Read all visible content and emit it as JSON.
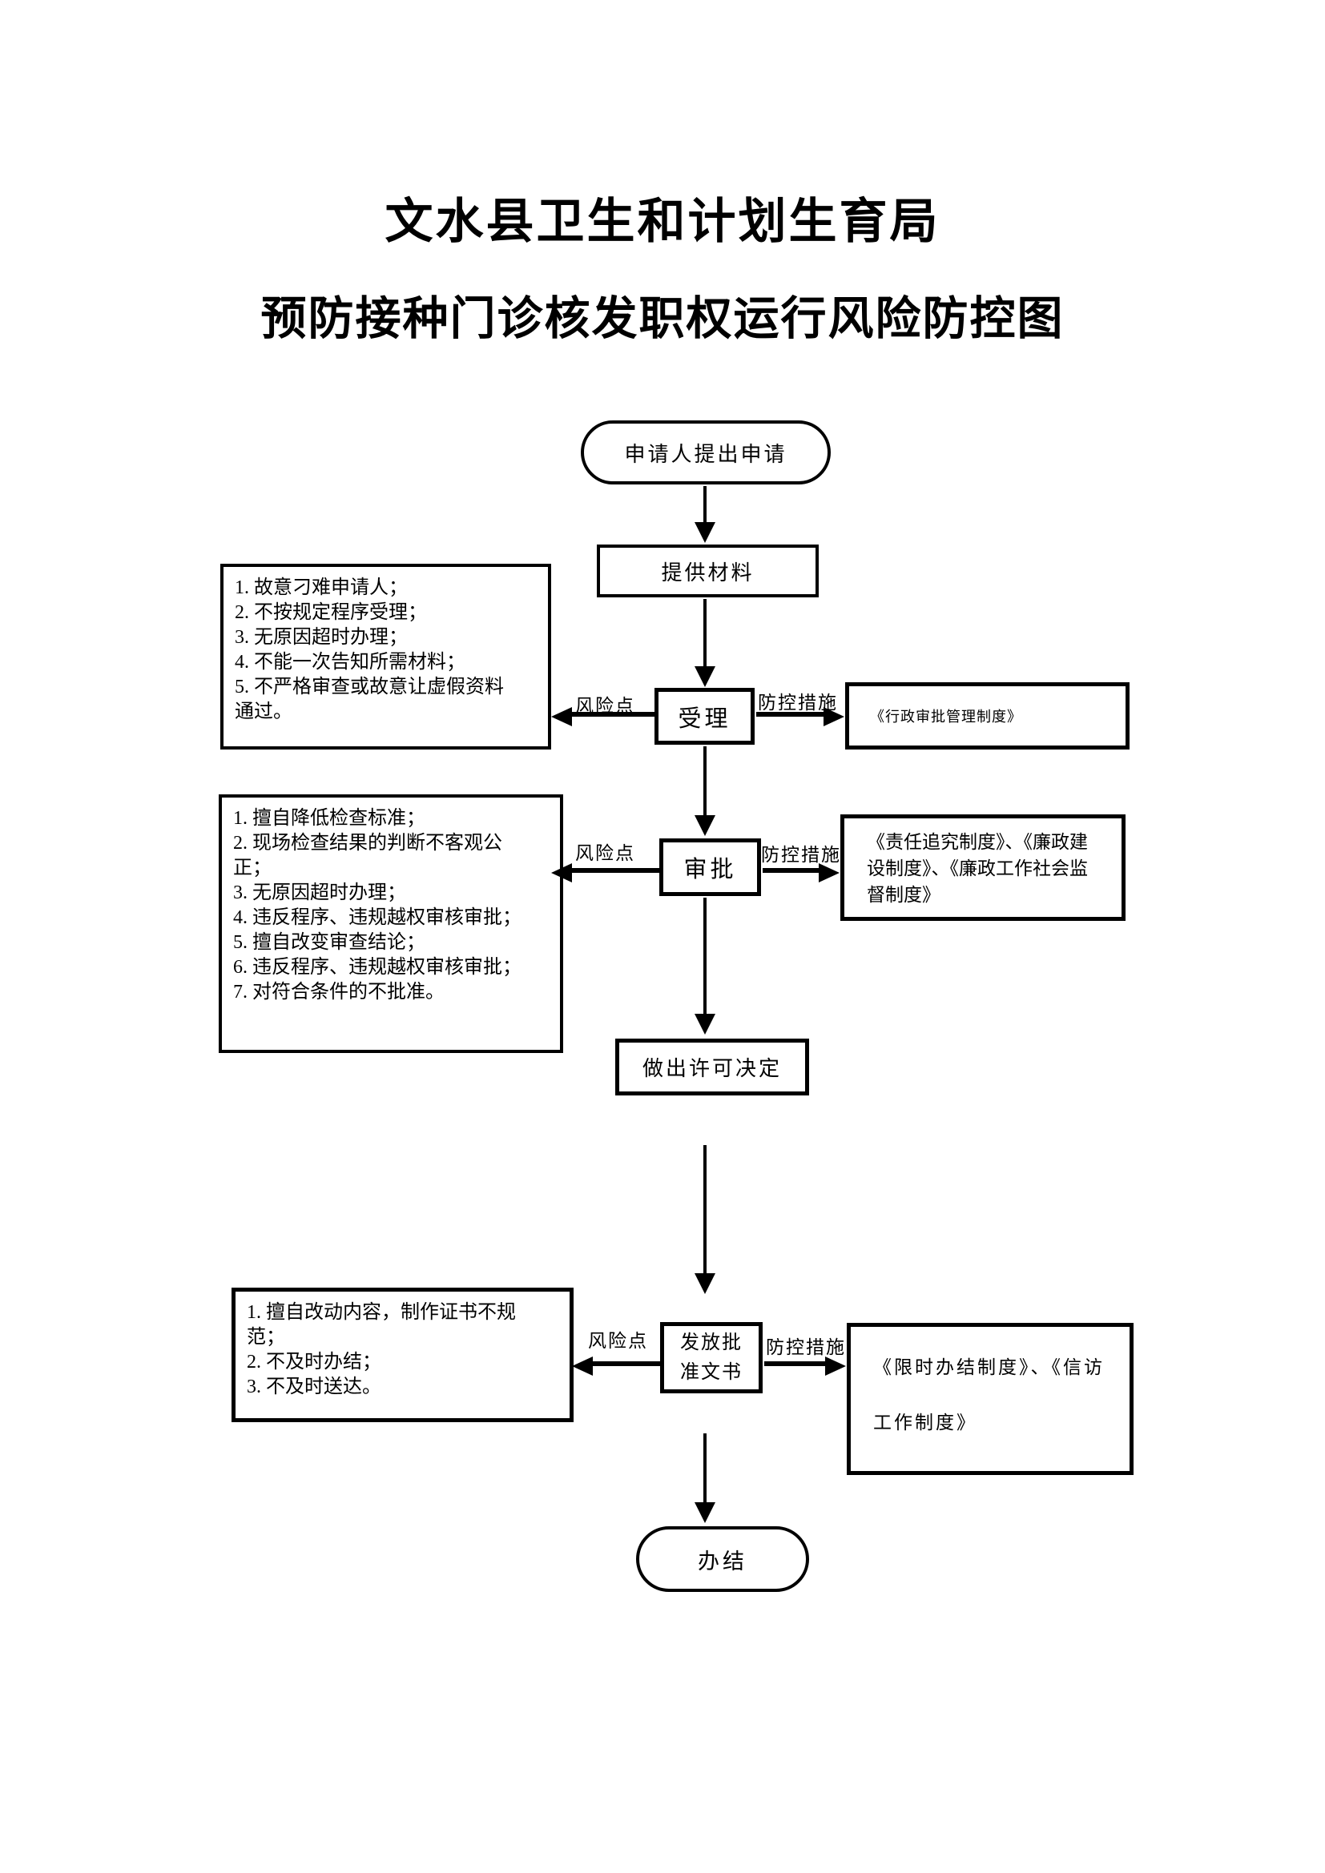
{
  "title": {
    "line1": "文水县卫生和计划生育局",
    "line2": "预防接种门诊核发职权运行风险防控图"
  },
  "flowchart": {
    "start": "申请人提出申请",
    "step_provide_materials": "提供材料",
    "step_accept": "受理",
    "step_approve": "审批",
    "step_decision": "做出许可决定",
    "step_issue_document": "发放批\n准文书",
    "end": "办结",
    "risk_point_label": "风险点",
    "control_measure_label": "防控措施",
    "risk_accept": "1. 故意刁难申请人；\n2. 不按规定程序受理；\n3. 无原因超时办理；\n4. 不能一次告知所需材料；\n5. 不严格审查或故意让虚假资料\n通过。",
    "risk_approve": "1. 擅自降低检查标准；\n2. 现场检查结果的判断不客观公\n正；\n3. 无原因超时办理；\n4. 违反程序、违规越权审核审批；\n5. 擅自改变审查结论；\n6. 违反程序、违规越权审核审批；\n7. 对符合条件的不批准。",
    "risk_issue": "1. 擅自改动内容，制作证书不规\n范；\n2. 不及时办结；\n3. 不及时送达。",
    "measure_accept": "《行政审批管理制度》",
    "measure_approve": "《责任追究制度》、《廉政建\n设制度》、《廉政工作社会监\n督制度》",
    "measure_issue": "《限时办结制度》、《信访\n工作制度》"
  },
  "colors": {
    "ink": "#000000",
    "paper": "#ffffff"
  }
}
